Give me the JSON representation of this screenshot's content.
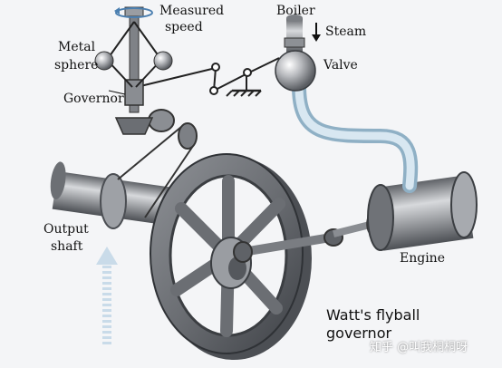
{
  "labels": {
    "measured": "Measured",
    "speed": "speed",
    "boiler": "Boiler",
    "steam": "Steam",
    "metal": "Metal",
    "sphere": "sphere",
    "valve": "Valve",
    "governor": "Governor",
    "output": "Output",
    "shaft": "shaft",
    "engine": "Engine",
    "caption_line1": "Watt's flyball",
    "caption_line2": "governor"
  },
  "watermark": "知乎 @叫我桐桐呀",
  "colors": {
    "background": "#f4f5f7",
    "metal_dark": "#55585d",
    "metal_mid": "#8a8d92",
    "metal_light": "#c7c9cc",
    "steam_pipe": "#bcd3e3",
    "arrow_blue": "#c9dbe9"
  }
}
